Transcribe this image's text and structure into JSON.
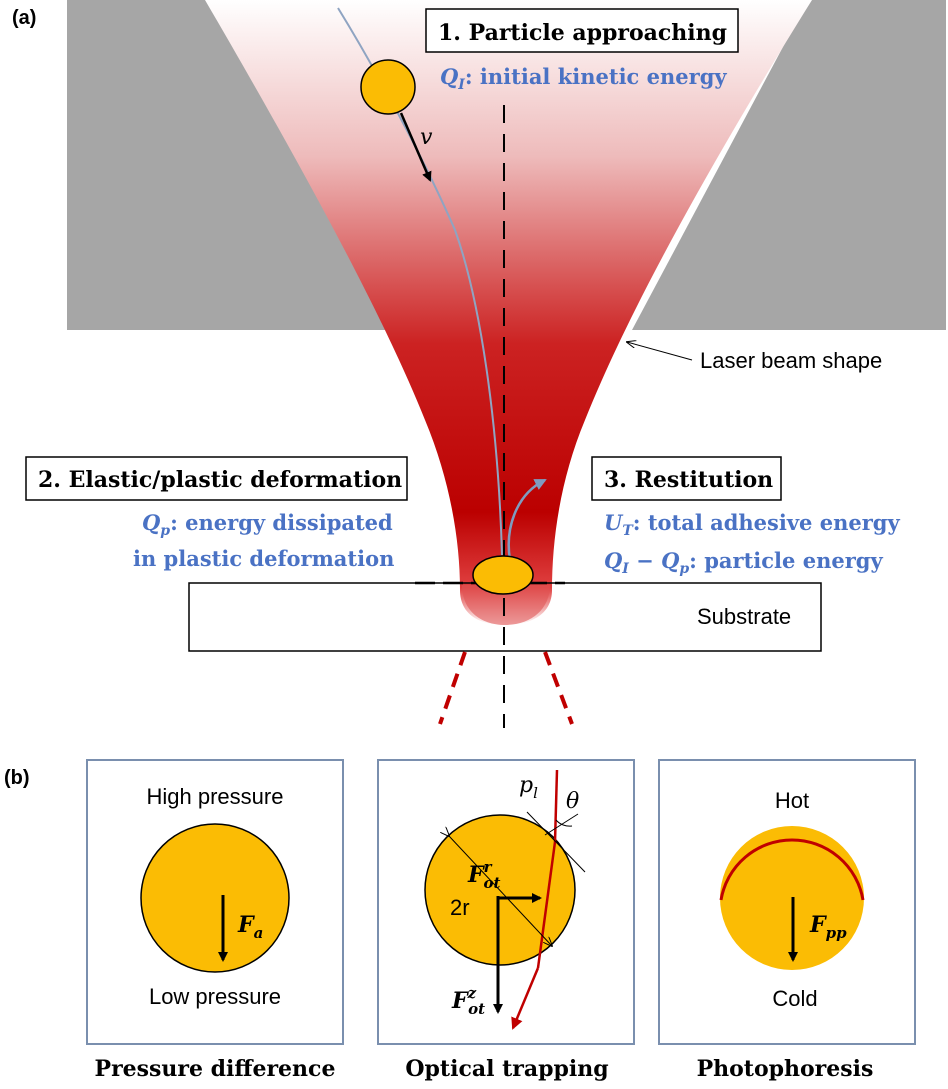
{
  "panel_a": {
    "label": "(a)",
    "step1": {
      "title": "1. Particle approaching",
      "q_sym": "Q",
      "q_sub": "I",
      "q_text": ": initial kinetic energy"
    },
    "velocity_label": "v",
    "beam_label": "Laser beam shape",
    "step2": {
      "title": "2. Elastic/plastic deformation",
      "q_sym": "Q",
      "q_sub": "p",
      "q_text": ": energy dissipated",
      "q_text2": "in plastic deformation"
    },
    "step3": {
      "title": "3. Restitution",
      "u_sym": "U",
      "u_sub": "T",
      "u_text": ": total adhesive energy",
      "e_sym1": "Q",
      "e_sub1": "I",
      "e_op": " − ",
      "e_sym2": "Q",
      "e_sub2": "p",
      "e_text": ": particle energy"
    },
    "substrate_label": "Substrate"
  },
  "panel_b": {
    "label": "(b)",
    "pressure": {
      "top": "High pressure",
      "bottom": "Low pressure",
      "force_sym": "F",
      "force_sub": "a",
      "caption": "Pressure difference"
    },
    "optical": {
      "pl_sym": "p",
      "pl_sub": "l",
      "theta": "θ",
      "fr_sym": "F",
      "fr_sub": "ot",
      "fr_sup": "r",
      "radius": "2r",
      "fz_sym": "F",
      "fz_sub": "ot",
      "fz_sup": "z",
      "caption": "Optical trapping"
    },
    "photo": {
      "top": "Hot",
      "bottom": "Cold",
      "force_sym": "F",
      "force_sub": "pp",
      "caption": "Photophoresis"
    }
  },
  "colors": {
    "particle": "#fbbc04",
    "beam": "#c00000",
    "label_blue": "#4a72c4",
    "gray_block": "#a6a6a6"
  }
}
